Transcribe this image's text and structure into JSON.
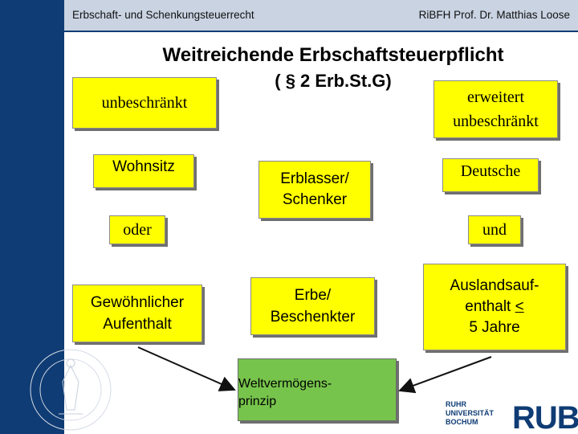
{
  "header": {
    "left_text": "Erbschaft- und Schenkungsteuerrecht",
    "right_text": "RiBFH Prof. Dr. Matthias Loose"
  },
  "title": "Weitreichende Erbschaftsteuerpflicht",
  "subtitle": "( § 2 Erb.St.G)",
  "boxes": {
    "unbeschraenkt": "unbeschränkt",
    "erweitert_line1": "erweitert",
    "erweitert_line2": "unbeschränkt",
    "wohnsitz": "Wohnsitz",
    "erblasser_line1": "Erblasser/",
    "erblasser_line2": "Schenker",
    "deutsche": "Deutsche",
    "oder": "oder",
    "und": "und",
    "aufenthalt_line1": "Gewöhnlicher",
    "aufenthalt_line2": "Aufenthalt",
    "erbe_line1": "Erbe/",
    "erbe_line2": "Beschenkter",
    "ausland_line1": "Auslandsauf-",
    "ausland_line2": "enthalt",
    "ausland_symbol": "<",
    "ausland_line3": "5 Jahre"
  },
  "green_box": {
    "line1": "Weltvermögens-",
    "line2": "prinzip"
  },
  "logo": {
    "line1": "RUHR",
    "line2": "UNIVERSITÄT",
    "line3": "BOCHUM",
    "mark": "RUB"
  },
  "colors": {
    "sidebar": "#0f3c74",
    "header_band": "#c9d3e2",
    "box_fill": "#ffff00",
    "green_fill": "#77c44c"
  }
}
